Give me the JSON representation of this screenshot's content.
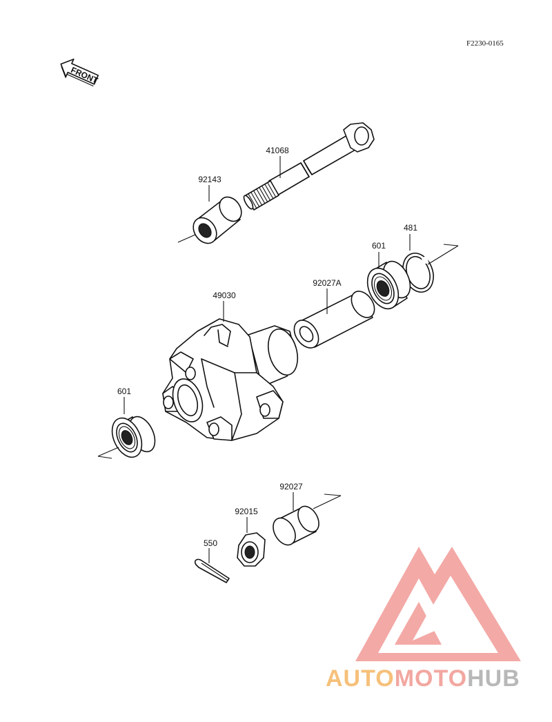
{
  "figure_code": "F2230-0165",
  "front_label": "FRONT",
  "parts": [
    {
      "id": "axle",
      "number": "41068"
    },
    {
      "id": "collar-left",
      "number": "92143"
    },
    {
      "id": "circlip",
      "number": "481"
    },
    {
      "id": "bearing-right",
      "number": "601"
    },
    {
      "id": "spacer",
      "number": "92027A"
    },
    {
      "id": "hub",
      "number": "49030"
    },
    {
      "id": "bearing-left",
      "number": "601"
    },
    {
      "id": "collar-right",
      "number": "92027"
    },
    {
      "id": "nut",
      "number": "92015"
    },
    {
      "id": "cotter-pin",
      "number": "550"
    }
  ],
  "watermark": {
    "segments": [
      {
        "text": "AUTO",
        "color": "#f6c07a"
      },
      {
        "text": "MOTO",
        "color": "#f2a7a0"
      },
      {
        "text": "HUB",
        "color": "#b8b8b8"
      }
    ],
    "logo_color": "#f29b97"
  }
}
